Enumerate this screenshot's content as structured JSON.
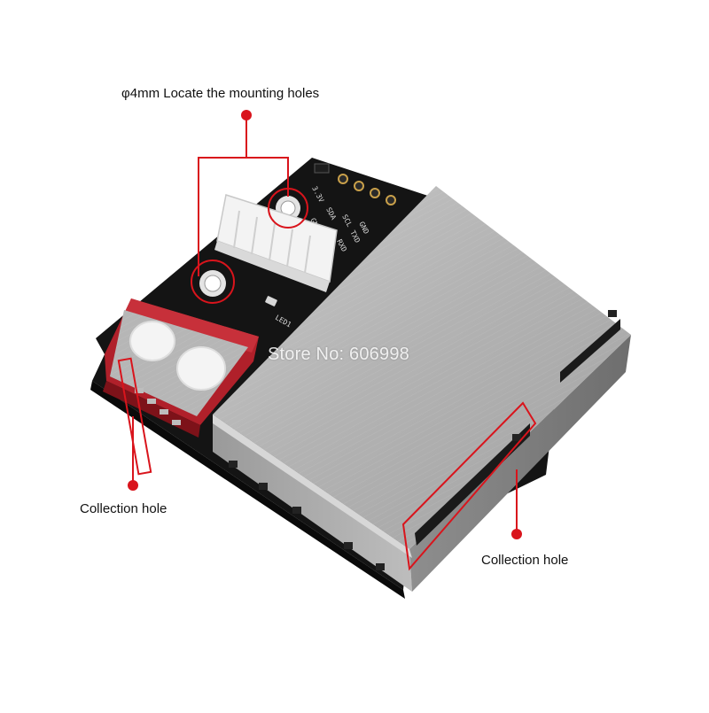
{
  "annotations": {
    "top_label": "φ4mm Locate the mounting holes",
    "left_label": "Collection hole",
    "right_label": "Collection hole"
  },
  "watermark": "Store No: 606998",
  "pcb_silkscreen": [
    "GND",
    "SDA",
    "SCL",
    "3.3V",
    "GND",
    "TXD",
    "RXD",
    "LED1"
  ],
  "colors": {
    "background": "#ffffff",
    "annotation": "#d9141c",
    "pcb": "#161616",
    "shield": "#b9b9b9",
    "sensor_module": "#b0202a",
    "connector": "#f2f2f2"
  }
}
